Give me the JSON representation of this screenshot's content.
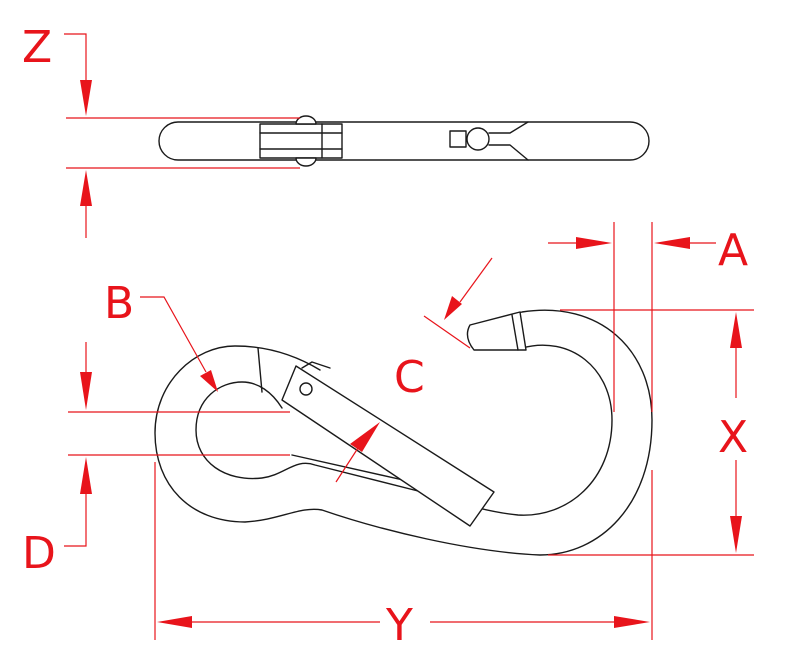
{
  "colors": {
    "dimension": "#e8141b",
    "outline": "#1a1a1a",
    "background": "#ffffff"
  },
  "labels": {
    "z": "Z",
    "a": "A",
    "b": "B",
    "c": "C",
    "x": "X",
    "d": "D",
    "y": "Y"
  }
}
